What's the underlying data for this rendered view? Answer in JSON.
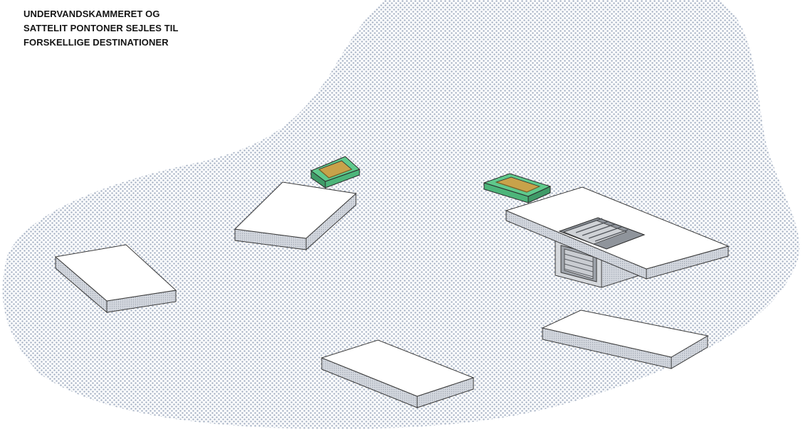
{
  "caption": {
    "lines": [
      "UNDERVANDSKAMMERET OG",
      "SATTELIT PONTONER SEJLES TIL",
      "FORSKELLIGE DESTINATIONER"
    ]
  },
  "colors": {
    "water_dots": "#a9b4c6",
    "deck_top": "#ffffff",
    "deck_side": "#c9ced6",
    "outline": "#3a3a3a",
    "boat_hull": "#5fc98c",
    "boat_hull_dark": "#3f9b68",
    "boat_deck": "#c8a24a",
    "chamber_wall": "#d7d9dc",
    "chamber_inner": "#b8bcc2"
  },
  "objects": {
    "pontoons": [
      "satellite-pontoon-left",
      "satellite-pontoon-center-upper",
      "satellite-pontoon-bottom",
      "satellite-pontoon-right"
    ],
    "boats": [
      "green-boat-left",
      "green-boat-right"
    ],
    "main_structure": "underwater-chamber-pontoon"
  }
}
